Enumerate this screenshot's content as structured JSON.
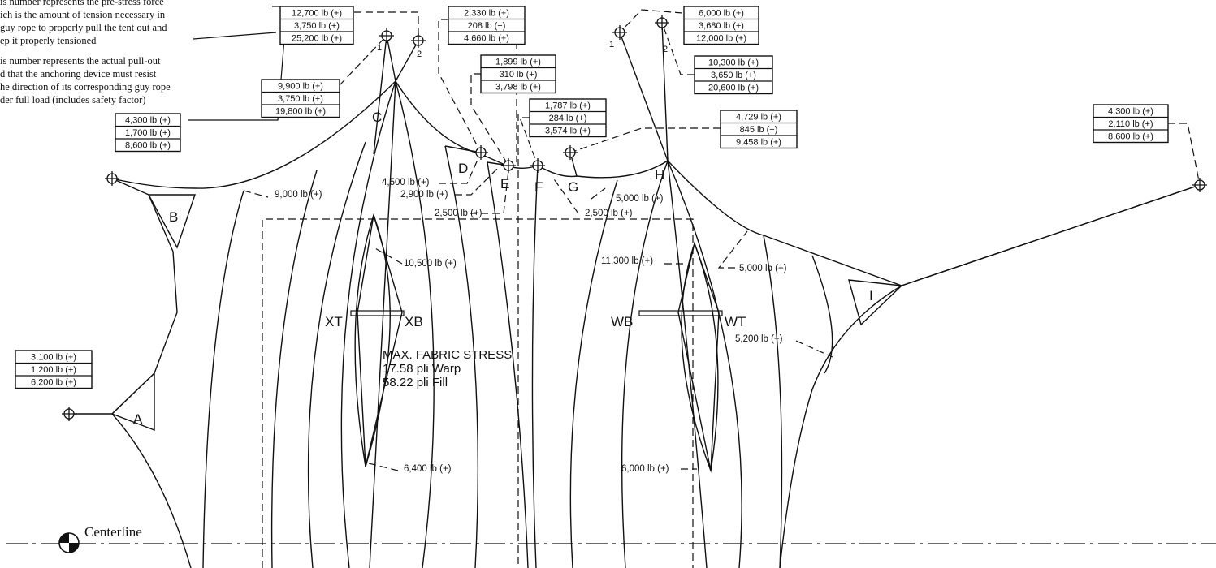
{
  "notes": {
    "prestress": [
      "is number represents the pre-stress force",
      "ich is the amount of tension necessary in",
      "guy rope to properly pull the tent out and",
      "ep it properly tensioned"
    ],
    "pullout": [
      "is number represents the actual pull-out",
      "d that the anchoring device must resist",
      "he direction of its corresponding guy rope",
      "der full load (includes safety factor)"
    ]
  },
  "label_boxes": [
    [
      "12,700 lb (+)",
      "3,750 lb (+)",
      "25,200 lb (+)"
    ],
    [
      "2,330 lb (+)",
      "208 lb (+)",
      "4,660 lb (+)"
    ],
    [
      "6,000 lb (+)",
      "3,680 lb (+)",
      "12,000 lb (+)"
    ],
    [
      "1,899 lb (+)",
      "310 lb (+)",
      "3,798 lb (+)"
    ],
    [
      "10,300 lb (+)",
      "3,650 lb (+)",
      "20,600 lb (+)"
    ],
    [
      "9,900 lb (+)",
      "3,750 lb (+)",
      "19,800 lb (+)"
    ],
    [
      "1,787 lb (+)",
      "284 lb (+)",
      "3,574 lb (+)"
    ],
    [
      "4,300 lb (+)",
      "1,700 lb (+)",
      "8,600 lb (+)"
    ],
    [
      "4,729 lb (+)",
      "845 lb (+)",
      "9,458 lb (+)"
    ],
    [
      "4,300 lb (+)",
      "2,110 lb (+)",
      "8,600 lb (+)"
    ],
    [
      "3,100 lb (+)",
      "1,200 lb (+)",
      "6,200 lb (+)"
    ]
  ],
  "force_labels": [
    "9,000 lb (+)",
    "4,500 lb (+)",
    "2,900 lb (+)",
    "2,500 lb (+)",
    "2,500 lb (+)",
    "5,000 lb (+)",
    "10,500 lb (+)",
    "11,300 lb (+)",
    "5,000 lb (+)",
    "5,200 lb (+)",
    "6,400 lb (+)",
    "6,000 lb (+)"
  ],
  "panel_letters": [
    "A",
    "B",
    "C",
    "D",
    "E",
    "F",
    "G",
    "H",
    "I"
  ],
  "pole_numbers": [
    "1",
    "2",
    "1",
    "2"
  ],
  "pole_labels": [
    "XT",
    "XB",
    "WB",
    "WT"
  ],
  "fabric_stress": {
    "title": "MAX. FABRIC STRESS",
    "warp": "17.58 pli Warp",
    "fill": "58.22 pli Fill"
  },
  "centerline": "Centerline"
}
